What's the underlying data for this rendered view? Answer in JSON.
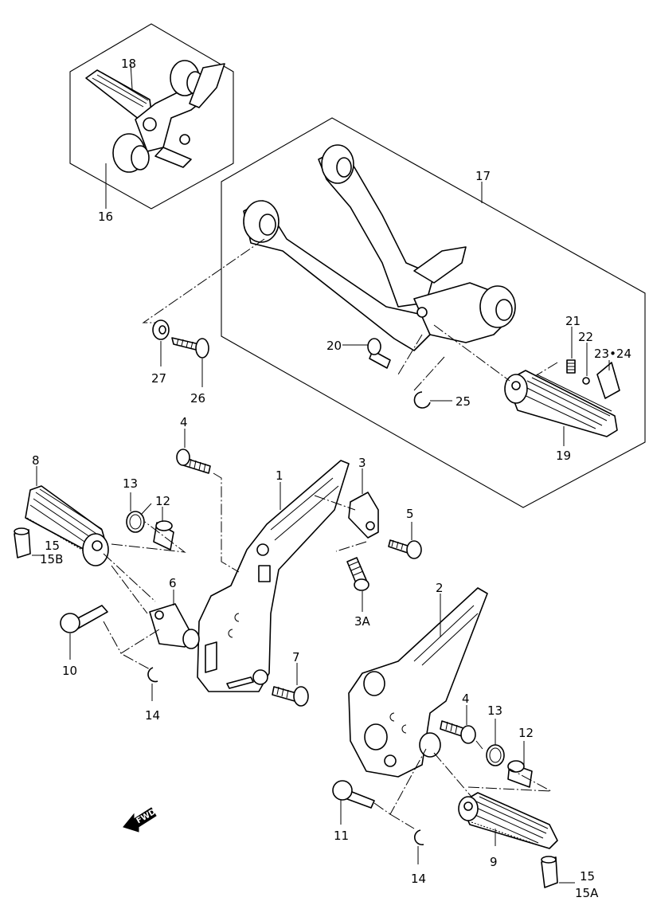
{
  "diagram": {
    "callouts": {
      "c1": "1",
      "c2": "2",
      "c3": "3",
      "c3a": "3A",
      "c4a": "4",
      "c4b": "4",
      "c5": "5",
      "c6": "6",
      "c7": "7",
      "c8": "8",
      "c9": "9",
      "c10": "10",
      "c11": "11",
      "c12a": "12",
      "c12b": "12",
      "c13a": "13",
      "c13b": "13",
      "c14a": "14",
      "c14b": "14",
      "c15a": "15",
      "c15b": "15B",
      "c15c": "15",
      "c15d": "15A",
      "c16": "16",
      "c17": "17",
      "c18": "18",
      "c19": "19",
      "c20": "20",
      "c21": "21",
      "c22": "22",
      "c23": "23•24",
      "c25": "25",
      "c26": "26",
      "c27": "27"
    },
    "fwd_label": "FWD"
  }
}
